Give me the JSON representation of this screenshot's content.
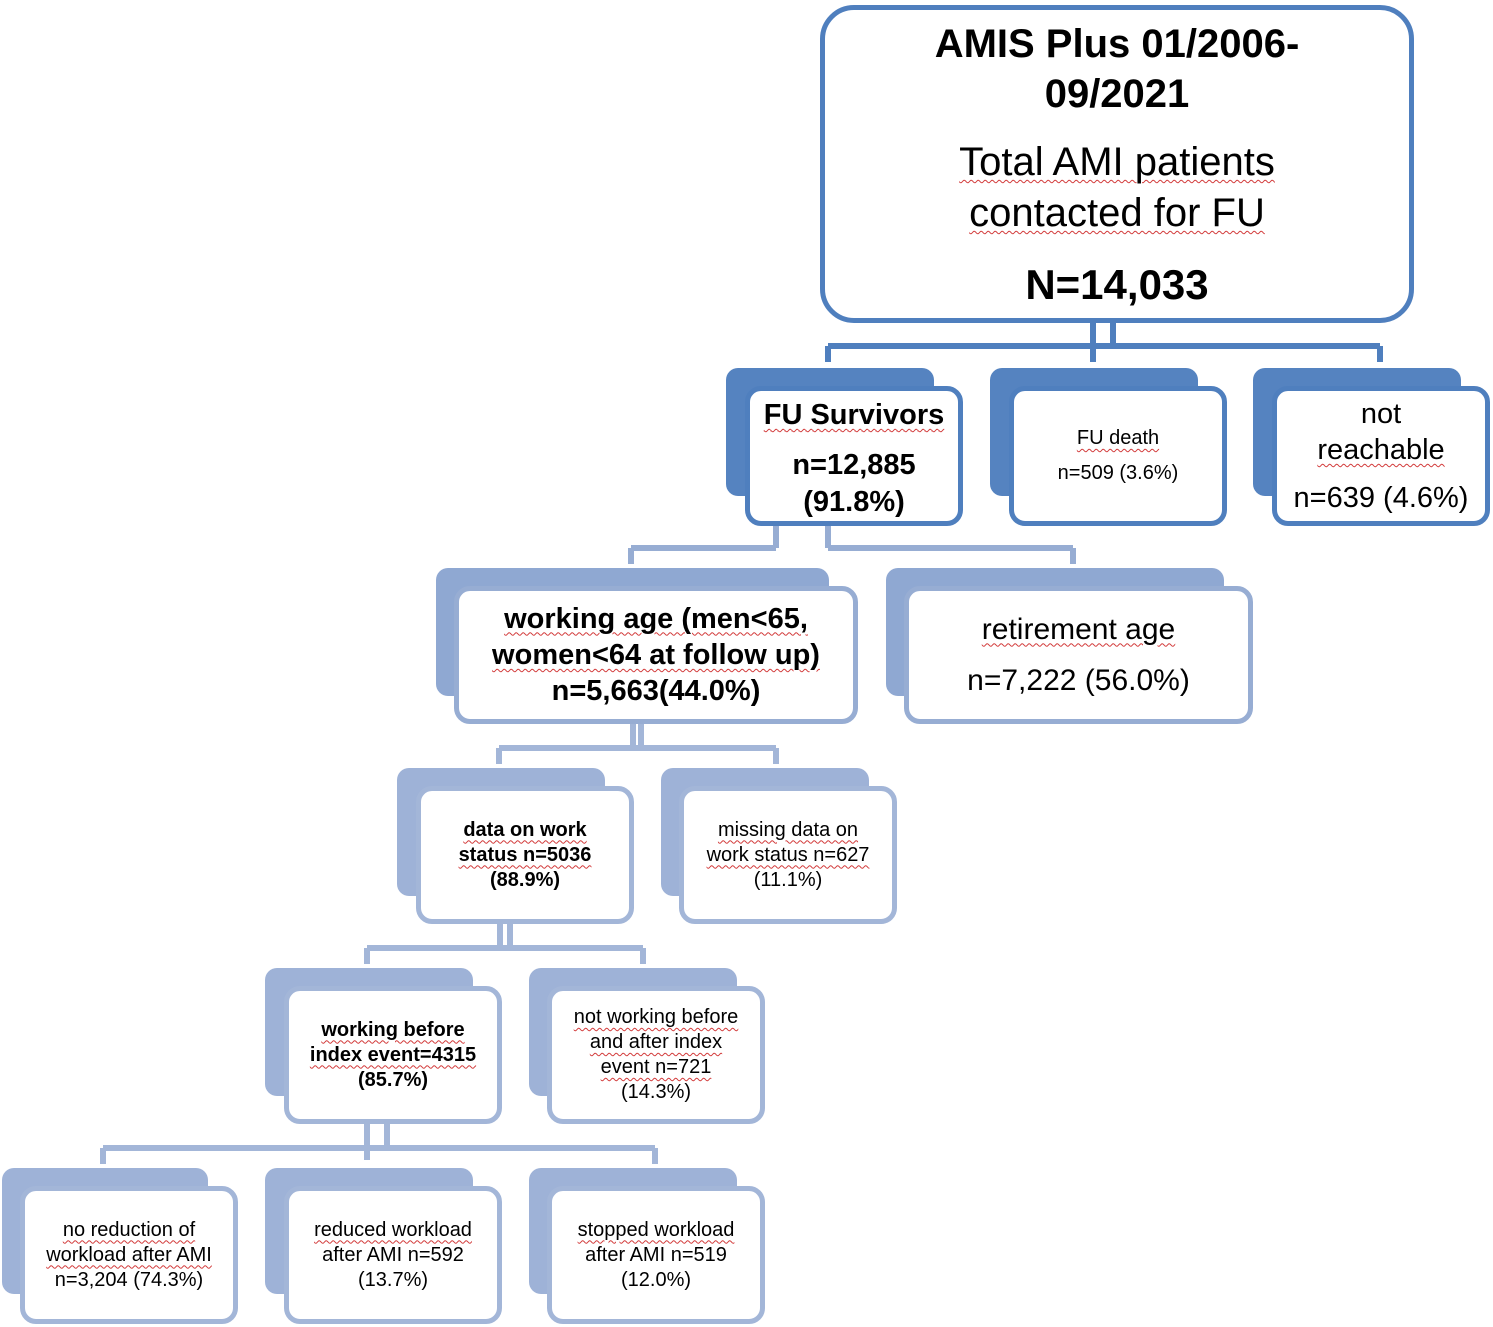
{
  "root": {
    "title": "AMIS Plus 01/2006-09/2021",
    "subtitle": "Total AMI patients contacted for FU",
    "count": "N=14,033"
  },
  "fu_survivors": {
    "label": "FU Survivors",
    "count": "n=12,885",
    "pct": "(91.8%)"
  },
  "fu_death": {
    "label": "FU death",
    "count": "n=509 (3.6%)"
  },
  "not_reachable": {
    "label_line1": "not",
    "label_line2": "reachable",
    "count": "n=639 (4.6%)"
  },
  "working_age": {
    "line1": "working age (men<65,",
    "line2": "women<64 at follow up)",
    "count": "n=5,663(44.0%)"
  },
  "retirement_age": {
    "label": "retirement age",
    "count": "n=7,222 (56.0%)"
  },
  "data_work_status": {
    "line1": "data on work",
    "line2": "status n=5036",
    "pct": "(88.9%)"
  },
  "missing_work_status": {
    "line1": "missing data on",
    "line2": "work status n=627",
    "pct": "(11.1%)"
  },
  "working_before": {
    "line1": "working before",
    "line2": "index event=4315",
    "pct": "(85.7%)"
  },
  "not_working_before": {
    "line1": "not working before",
    "line2": "and after index",
    "line3": "event n=721",
    "pct": "(14.3%)"
  },
  "no_reduction": {
    "line1": "no reduction of",
    "line2": "workload after AMI",
    "line3": "n=3,204 (74.3%)"
  },
  "reduced_workload": {
    "line1": "reduced workload",
    "line2": "after AMI n=592",
    "pct": "(13.7%)"
  },
  "stopped_workload": {
    "line1": "stopped workload",
    "line2": "after AMI n=519",
    "pct": "(12.0%)"
  },
  "colors": {
    "dark_blue": "#4f7fbe",
    "mid_blue": "#8fa8d2",
    "light_blue": "#a3b6d8",
    "spellcheck_red": "#d23a3a"
  }
}
